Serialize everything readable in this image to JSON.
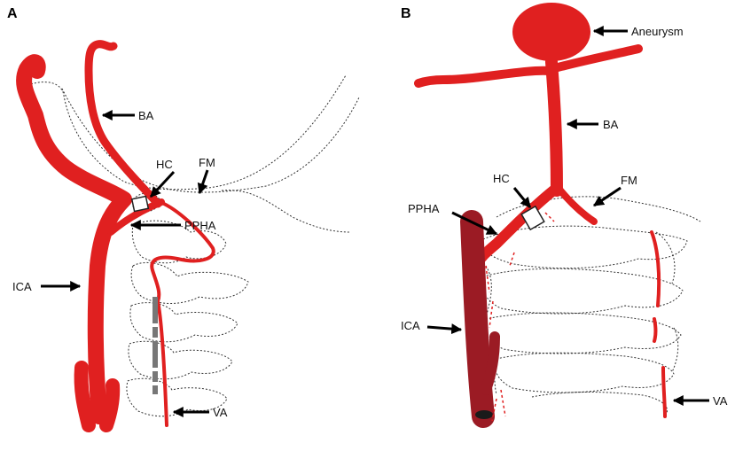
{
  "panels": {
    "a": {
      "letter": "A"
    },
    "b": {
      "letter": "B"
    }
  },
  "labels": {
    "a_ba": "BA",
    "a_hc": "HC",
    "a_fm": "FM",
    "a_ppha": "PPHA",
    "a_ica": "ICA",
    "a_va": "VA",
    "b_aneurysm": "Aneurysm",
    "b_ba": "BA",
    "b_hc": "HC",
    "b_fm": "FM",
    "b_ppha": "PPHA",
    "b_ica": "ICA",
    "b_va": "VA"
  },
  "colors": {
    "artery_red": "#e02020",
    "ica_dark": "#9b1b24",
    "bone_outline": "#333333",
    "arrow": "#000000"
  }
}
